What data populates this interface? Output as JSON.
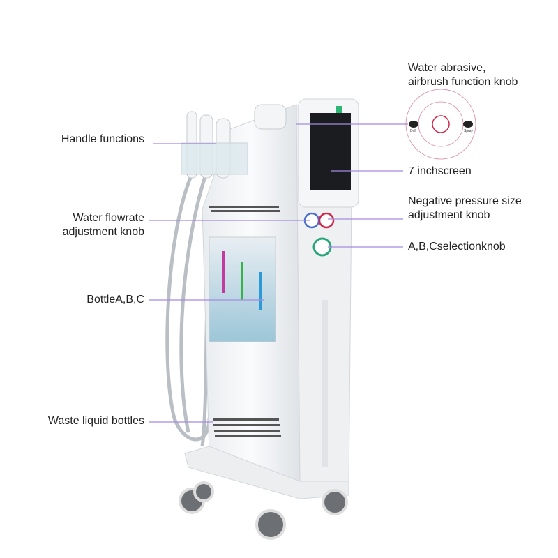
{
  "labels": {
    "handle_functions": "Handle functions",
    "water_flowrate_line1": "Water flowrate",
    "water_flowrate_line2": "adjustment knob",
    "bottles": "BottleA,B,C",
    "waste": "Waste liquid bottles",
    "water_abrasive_line1": "Water abrasive,",
    "water_abrasive_line2": "airbrush function knob",
    "screen": "7 inchscreen",
    "negative_line1": "Negative pressure size",
    "negative_line2": "adjustment knob",
    "abc_knob": "A,B,Cselectionknob"
  },
  "knob_diagram": {
    "left_label": "Drill",
    "right_label": "Spray"
  },
  "colors": {
    "callout_line": "#a58be0",
    "knob_ring": "#d9859a",
    "knob_center": "#d1284a"
  }
}
